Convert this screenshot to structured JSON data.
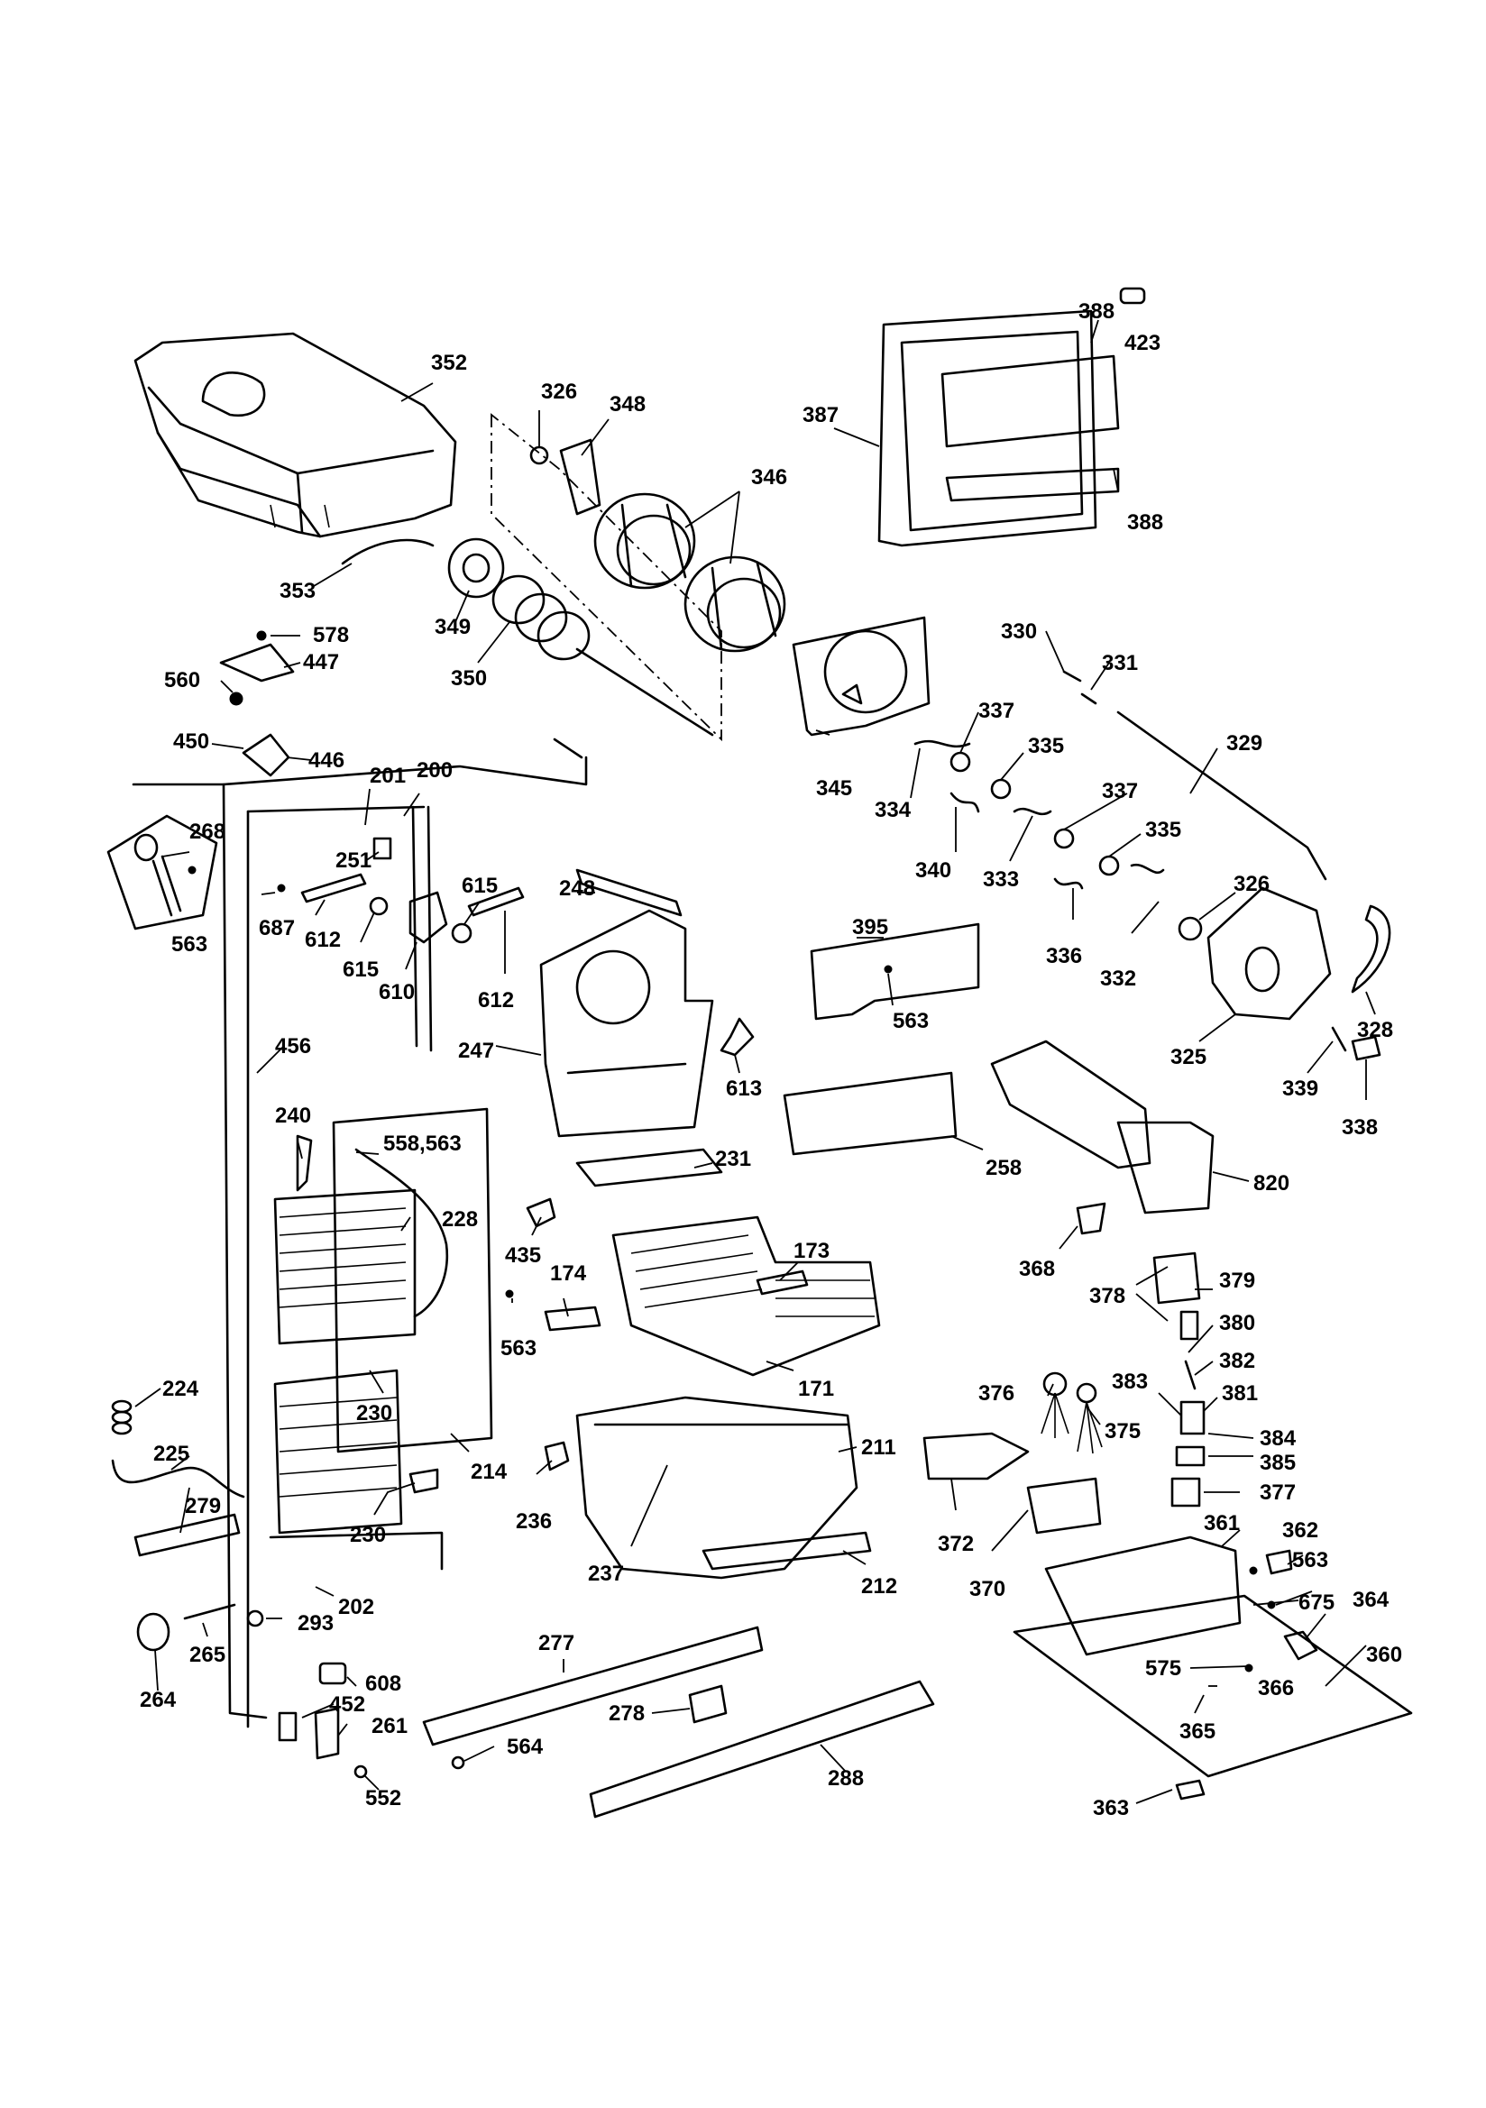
{
  "callouts": [
    {
      "id": "c352",
      "text": "352"
    },
    {
      "id": "c326a",
      "text": "326"
    },
    {
      "id": "c348",
      "text": "348"
    },
    {
      "id": "c346",
      "text": "346"
    },
    {
      "id": "c388a",
      "text": "388"
    },
    {
      "id": "c423",
      "text": "423"
    },
    {
      "id": "c387",
      "text": "387"
    },
    {
      "id": "c388b",
      "text": "388"
    },
    {
      "id": "c353",
      "text": "353"
    },
    {
      "id": "c349",
      "text": "349"
    },
    {
      "id": "c350",
      "text": "350"
    },
    {
      "id": "c578",
      "text": "578"
    },
    {
      "id": "c447",
      "text": "447"
    },
    {
      "id": "c560",
      "text": "560"
    },
    {
      "id": "c450",
      "text": "450"
    },
    {
      "id": "c446",
      "text": "446"
    },
    {
      "id": "c330",
      "text": "330"
    },
    {
      "id": "c331",
      "text": "331"
    },
    {
      "id": "c345",
      "text": "345"
    },
    {
      "id": "c337a",
      "text": "337"
    },
    {
      "id": "c335a",
      "text": "335"
    },
    {
      "id": "c329",
      "text": "329"
    },
    {
      "id": "c334",
      "text": "334"
    },
    {
      "id": "c337b",
      "text": "337"
    },
    {
      "id": "c335b",
      "text": "335"
    },
    {
      "id": "c340",
      "text": "340"
    },
    {
      "id": "c333",
      "text": "333"
    },
    {
      "id": "c326b",
      "text": "326"
    },
    {
      "id": "c336",
      "text": "336"
    },
    {
      "id": "c332",
      "text": "332"
    },
    {
      "id": "c328",
      "text": "328"
    },
    {
      "id": "c325",
      "text": "325"
    },
    {
      "id": "c339",
      "text": "339"
    },
    {
      "id": "c338",
      "text": "338"
    },
    {
      "id": "c201",
      "text": "201"
    },
    {
      "id": "c200",
      "text": "200"
    },
    {
      "id": "c268",
      "text": "268"
    },
    {
      "id": "c251",
      "text": "251"
    },
    {
      "id": "c563a",
      "text": "563"
    },
    {
      "id": "c687",
      "text": "687"
    },
    {
      "id": "c612a",
      "text": "612"
    },
    {
      "id": "c615a",
      "text": "615"
    },
    {
      "id": "c615b",
      "text": "615"
    },
    {
      "id": "c610",
      "text": "610"
    },
    {
      "id": "c612b",
      "text": "612"
    },
    {
      "id": "c248",
      "text": "248"
    },
    {
      "id": "c395",
      "text": "395"
    },
    {
      "id": "c563b",
      "text": "563"
    },
    {
      "id": "c247",
      "text": "247"
    },
    {
      "id": "c613",
      "text": "613"
    },
    {
      "id": "c456",
      "text": "456"
    },
    {
      "id": "c240",
      "text": "240"
    },
    {
      "id": "c558",
      "text": "558,563"
    },
    {
      "id": "c231",
      "text": "231"
    },
    {
      "id": "c258",
      "text": "258"
    },
    {
      "id": "c820",
      "text": "820"
    },
    {
      "id": "c228",
      "text": "228"
    },
    {
      "id": "c435",
      "text": "435"
    },
    {
      "id": "c173",
      "text": "173"
    },
    {
      "id": "c368",
      "text": "368"
    },
    {
      "id": "c174",
      "text": "174"
    },
    {
      "id": "c378",
      "text": "378"
    },
    {
      "id": "c379",
      "text": "379"
    },
    {
      "id": "c380",
      "text": "380"
    },
    {
      "id": "c563c",
      "text": "563"
    },
    {
      "id": "c382",
      "text": "382"
    },
    {
      "id": "c224",
      "text": "224"
    },
    {
      "id": "c171",
      "text": "171"
    },
    {
      "id": "c376",
      "text": "376"
    },
    {
      "id": "c383",
      "text": "383"
    },
    {
      "id": "c381",
      "text": "381"
    },
    {
      "id": "c230a",
      "text": "230"
    },
    {
      "id": "c375",
      "text": "375"
    },
    {
      "id": "c384",
      "text": "384"
    },
    {
      "id": "c225",
      "text": "225"
    },
    {
      "id": "c211",
      "text": "211"
    },
    {
      "id": "c385",
      "text": "385"
    },
    {
      "id": "c214",
      "text": "214"
    },
    {
      "id": "c377",
      "text": "377"
    },
    {
      "id": "c279",
      "text": "279"
    },
    {
      "id": "c236",
      "text": "236"
    },
    {
      "id": "c230b",
      "text": "230"
    },
    {
      "id": "c372",
      "text": "372"
    },
    {
      "id": "c361",
      "text": "361"
    },
    {
      "id": "c362",
      "text": "362"
    },
    {
      "id": "c563d",
      "text": "563"
    },
    {
      "id": "c237",
      "text": "237"
    },
    {
      "id": "c212",
      "text": "212"
    },
    {
      "id": "c370",
      "text": "370"
    },
    {
      "id": "c675",
      "text": "675"
    },
    {
      "id": "c364",
      "text": "364"
    },
    {
      "id": "c202",
      "text": "202"
    },
    {
      "id": "c293",
      "text": "293"
    },
    {
      "id": "c277",
      "text": "277"
    },
    {
      "id": "c265",
      "text": "265"
    },
    {
      "id": "c360",
      "text": "360"
    },
    {
      "id": "c608",
      "text": "608"
    },
    {
      "id": "c575",
      "text": "575"
    },
    {
      "id": "c366",
      "text": "366"
    },
    {
      "id": "c264",
      "text": "264"
    },
    {
      "id": "c452",
      "text": "452"
    },
    {
      "id": "c278",
      "text": "278"
    },
    {
      "id": "c261",
      "text": "261"
    },
    {
      "id": "c365",
      "text": "365"
    },
    {
      "id": "c564",
      "text": "564"
    },
    {
      "id": "c288",
      "text": "288"
    },
    {
      "id": "c552",
      "text": "552"
    },
    {
      "id": "c363",
      "text": "363"
    }
  ]
}
